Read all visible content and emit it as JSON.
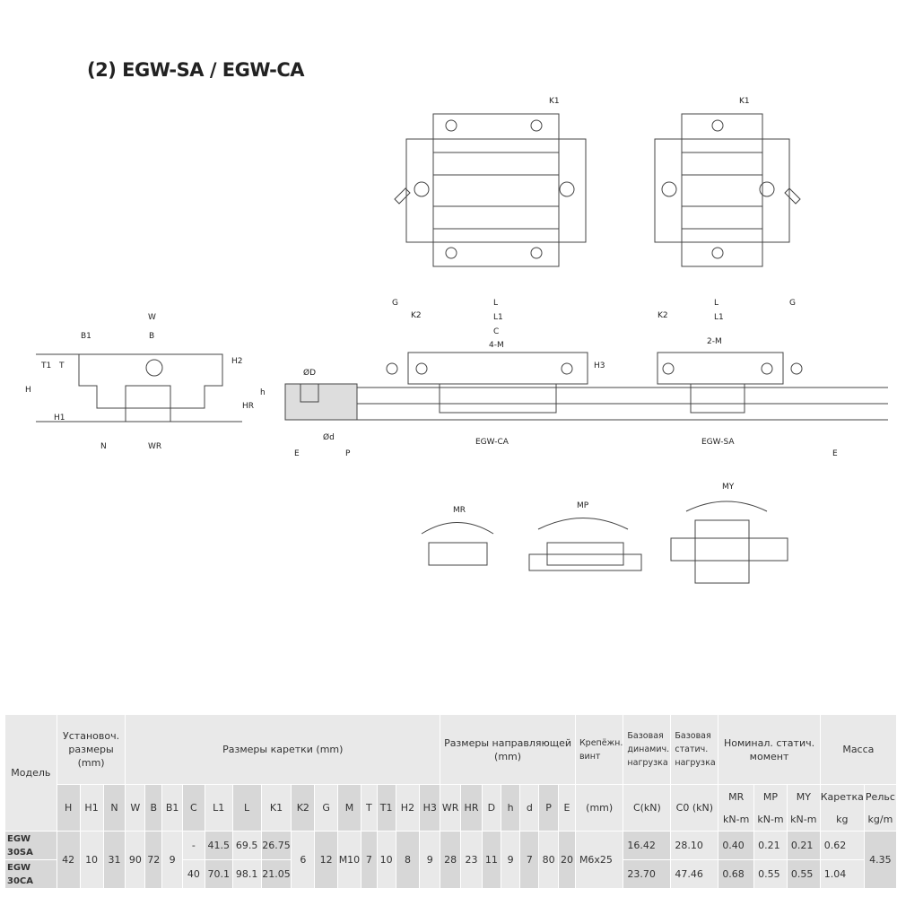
{
  "title": "(2) EGW-SA / EGW-CA",
  "drawing_labels": {
    "k1_a": "K1",
    "k1_b": "K1",
    "w": "W",
    "b1": "B1",
    "b": "B",
    "t1": "T1",
    "t": "T",
    "h2": "H2",
    "h": "H",
    "h1": "H1",
    "n": "N",
    "wr": "WR",
    "od": "ØD",
    "hs": "h",
    "hr": "HR",
    "osd": "Ød",
    "e1": "E",
    "p": "P",
    "g1": "G",
    "l1": "L",
    "l1_1": "L1",
    "k2_1": "K2",
    "c": "C",
    "m4": "4-M",
    "h3": "H3",
    "egw_ca": "EGW-CA",
    "egw_sa": "EGW-SA",
    "l2": "L",
    "l1_2": "L1",
    "k2_2": "K2",
    "m2": "2-M",
    "g2": "G",
    "e2": "E",
    "mr": "MR",
    "mp": "MP",
    "my": "MY"
  },
  "table": {
    "group_headers": {
      "model": "Модель",
      "install": "Установоч. размеры (mm)",
      "carriage": "Размеры каретки (mm)",
      "rail": "Размеры направляющей (mm)",
      "screw": "Крепёжн. винт",
      "dyn": "Базовая динамич. нагрузка",
      "stat": "Базовая статич. нагрузка",
      "moment": "Номинал. статич. момент",
      "mass": "Масса"
    },
    "columns": [
      "H",
      "H1",
      "N",
      "W",
      "B",
      "B1",
      "C",
      "L1",
      "L",
      "K1",
      "K2",
      "G",
      "M",
      "T",
      "T1",
      "H2",
      "H3",
      "WR",
      "HR",
      "D",
      "h",
      "d",
      "P",
      "E",
      "(mm)",
      "C(kN)",
      "C0 (kN)",
      "MR",
      "MP",
      "MY",
      "Каретка",
      "Рельс"
    ],
    "units": {
      "mr": "kN-m",
      "mp": "kN-m",
      "my": "kN-m",
      "kg": "kg",
      "kgm": "kg/m"
    },
    "shared": {
      "H": "42",
      "H1": "10",
      "N": "31",
      "W": "90",
      "B": "72",
      "B1": "9",
      "K2": "6",
      "G": "12",
      "M": "M10",
      "T": "7",
      "T1": "10",
      "H2": "8",
      "H3": "9",
      "WR": "28",
      "HR": "23",
      "D": "11",
      "h": "9",
      "d": "7",
      "P": "80",
      "E": "20",
      "screw": "M6x25",
      "rail_mass": "4.35"
    },
    "rows": [
      {
        "model": "EGW 30SA",
        "C": "-",
        "L1": "41.5",
        "L": "69.5",
        "K1": "26.75",
        "Cdyn": "16.42",
        "C0": "28.10",
        "MR": "0.40",
        "MP": "0.21",
        "MY": "0.21",
        "mass": "0.62"
      },
      {
        "model": "EGW 30CA",
        "C": "40",
        "L1": "70.1",
        "L": "98.1",
        "K1": "21.05",
        "Cdyn": "23.70",
        "C0": "47.46",
        "MR": "0.68",
        "MP": "0.55",
        "MY": "0.55",
        "mass": "1.04"
      }
    ]
  }
}
